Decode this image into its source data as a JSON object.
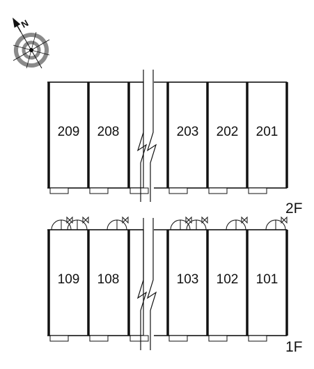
{
  "compass": {
    "north_label": "N",
    "icon": "compass-rose-icon"
  },
  "floors": [
    {
      "id": "2f",
      "label": "2F",
      "units_left": [
        "209",
        "208",
        ""
      ],
      "units_right": [
        "203",
        "202",
        "201"
      ],
      "door_markers": false
    },
    {
      "id": "1f",
      "label": "1F",
      "units_left": [
        "109",
        "108",
        ""
      ],
      "units_right": [
        "103",
        "102",
        "101"
      ],
      "door_markers": true
    }
  ],
  "colors": {
    "line": "#111111",
    "background": "#ffffff",
    "compass_ring": "#8a8a8a"
  }
}
